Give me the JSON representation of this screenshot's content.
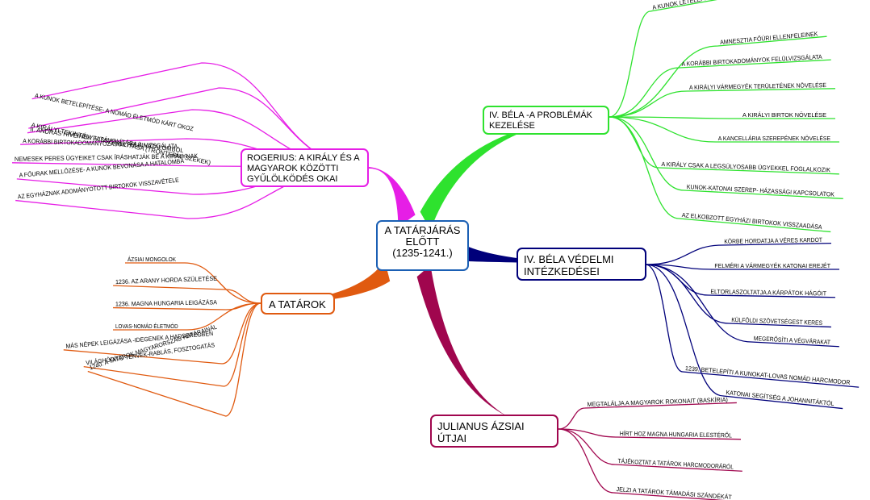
{
  "central": {
    "lines": [
      "A TATÁRJÁRÁS",
      "ELŐTT",
      "(1235-1241.)"
    ],
    "color": "#1a5fb4"
  },
  "branches": [
    {
      "id": "bela-problemak",
      "lines": [
        "IV. BÉLA -A PROBLÉMÁK",
        "KEZELÉSE"
      ],
      "color": "#2ee22e",
      "leaves": [
        "A KUNOK LETELEPÍTÉSE-SZÉTTELEPÍTÉSE, MEGTÉRÍTÉSE",
        "AMNESZTIA FŐÚRI ELLENFELEINEK",
        "A KORÁBBI BIRTOKADOMÁNYOK FELÜLVIZSGÁLATA",
        "A KIRÁLYI VÁRMEGYÉK TERÜLETÉNEK NÖVELÉSE",
        "A KIRÁLYI BIRTOK NÖVELÉSE",
        "A KANCELLÁRIA SZEREPÉNEK NÖVELÉSE",
        "A KIRÁLY CSAK A LEGSÚLYOSABB ÜGYEKKEL FOGLALKOZIK",
        "KUNOK-KATONAI SZEREP- HÁZASSÁGI KAPCSOLATOK",
        "AZ ELKOBZOTT EGYHÁZI BIRTOKOK VISSZAADÁSA"
      ]
    },
    {
      "id": "bela-vedelmi",
      "lines": [
        "IV. BÉLA VÉDELMI",
        "INTÉZKEDÉSEI"
      ],
      "color": "#00007a",
      "leaves": [
        "KÖRBE HORDATJA A VÉRES KARDOT",
        "FELMÉRI A VÁRMEGYÉK KATONAI EREJÉT",
        "ELTORLASZOLTATJA A KÁRPÁTOK HÁGÓIT",
        "KÜLFÖLDI SZÖVETSÉGEST KERES",
        "MEGERŐSÍTI A VÉGVÁRAKAT",
        "1239. BETELEPÍTI A KUNOKAT-LOVAS NOMÁD HARCMODOR",
        "KATONAI SEGÍTSÉG A JOHANNITÁKTÓL"
      ]
    },
    {
      "id": "julianus",
      "lines": [
        "JULIANUS ÁZSIAI",
        "ÚTJAI"
      ],
      "color": "#a0064e",
      "leaves": [
        "MEGTALÁLJA A MAGYAROK ROKONAIT (BASKÍRIA)",
        "HÍRT HOZ MAGNA HUNGARIA ELESTÉRŐL",
        "TÁJÉKOZTAT A TATÁROK HARCMODORÁRÓL",
        "JELZI A TATÁROK TÁMADÁSI SZÁNDÉKÁT"
      ]
    },
    {
      "id": "tatarok",
      "lines": [
        "A TATÁROK"
      ],
      "color": "#e05a10",
      "leaves": [
        "ÁZSIAI MONGOLOK",
        "1236. AZ ARANY HORDA SZÜLETÉSE",
        "1236. MAGNA HUNGARIA LEIGÁZÁSA",
        "LOVAS-NOMÁD ÉLETMÓD",
        "MÁS NÉPEK LEIGÁZÁSA -IDEGENEK A HADSEREGBEN",
        "VILÁGHÓDÍTÓ TERVEK-RABLÁS, FOSZTOGATÁS",
        "1240. A TATÁROK MAGYARORSZÁG HATÁRAINÁL"
      ]
    },
    {
      "id": "rogerius",
      "lines": [
        "ROGERIUS: A KIRÁLY ÉS A",
        "MAGYAROK KÖZÖTTI",
        "GYŰLÖLKÖDÉS OKAI"
      ],
      "color": "#e61ee6",
      "leaves": [
        "A KUNOK BETELEPÍTÉSE- A NOMÁD ÉLETMÓD KÁRT OKOZ",
        "A KIRÁLYI TEKINTÉLY VISSZAÁLLÍTÁSA (TRÓNTERMI SZÉKEK)",
        "II. ANDRÁS HÍVEINEK ELTÁVOLÍTÁSA A HATALOMBÓL",
        "A KORÁBBI BIRTOKADOMÁNYOZÁSOK FELÜLVIZSGÁLATA",
        "NEMESEK PERES ÜGYEIKET CSAK ÍRÁSHATJÁK BE A KIRÁLYNAK",
        "A FŐURAK MELLŐZÉSE- A KUNOK BEVONÁSA A HATALOMBA",
        "AZ EGYHÁZNAK ADOMÁNYOTOTT BIRTOKOK VISSZAVÉTELE"
      ]
    }
  ]
}
